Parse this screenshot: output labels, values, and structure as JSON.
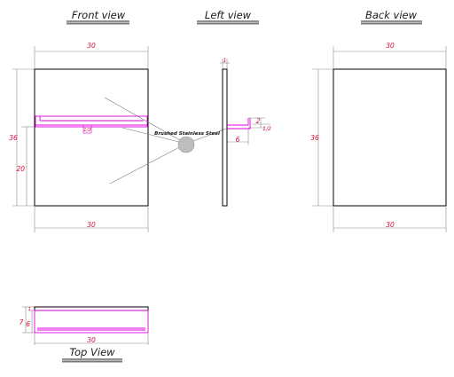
{
  "views": {
    "front_title": "Front view",
    "left_title": "Left view",
    "back_title": "Back view",
    "top_title": "Top View"
  },
  "front_dims": {
    "width_top": "30",
    "width_bottom": "30",
    "height_total": "36",
    "height_shelf": "20",
    "shelf_small": "1/2"
  },
  "left_dims": {
    "thickness": "1",
    "shelf_depth": "6",
    "lip_height": "2",
    "shelf_thk": "1/2"
  },
  "back_dims": {
    "width_top": "30",
    "width_bottom": "30",
    "height": "36"
  },
  "top_dims": {
    "width": "30",
    "depth_total": "7",
    "shelf_depth": "6",
    "thickness": "1"
  },
  "material_label": "Brushed Stainless Steel",
  "colors": {
    "outline": "#000000",
    "dimension": "#d0103a",
    "extension": "#8a8a8a",
    "shelf": "#e000e0",
    "material_ball": "#bdbdbd"
  }
}
